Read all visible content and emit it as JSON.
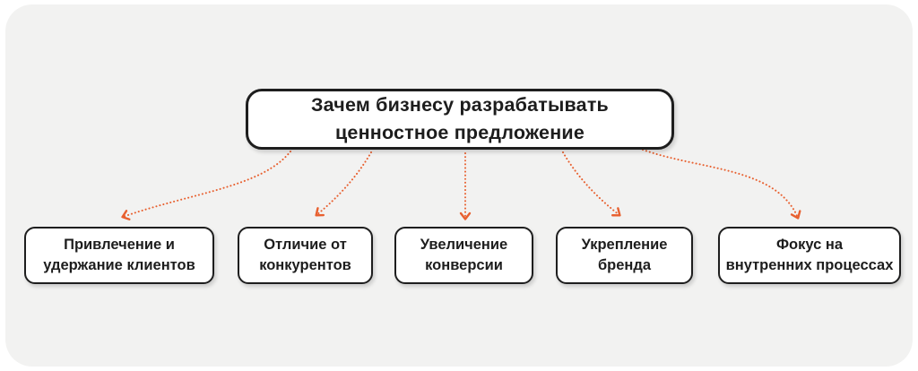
{
  "colors": {
    "canvas": "#FFFFFF",
    "panel": "#F2F2F1",
    "node_border": "#1E1E1E",
    "node_fill": "#FFFFFF",
    "text": "#1D1D1D",
    "arrow": "#E8602F"
  },
  "diagram": {
    "root": {
      "label": "Зачем бизнесу разрабатывать ценностное предложение",
      "lines": [
        "Зачем бизнесу разрабатывать",
        "ценностное предложение"
      ]
    },
    "children": [
      {
        "label": "Привлечение и удержание клиентов"
      },
      {
        "label": "Отличие от конкурентов"
      },
      {
        "label": "Увеличение конверсии"
      },
      {
        "label": "Укрепление бренда"
      },
      {
        "label": "Фокус на внутренних процессах"
      }
    ],
    "connector_style": "dotted-orange-arrow"
  }
}
